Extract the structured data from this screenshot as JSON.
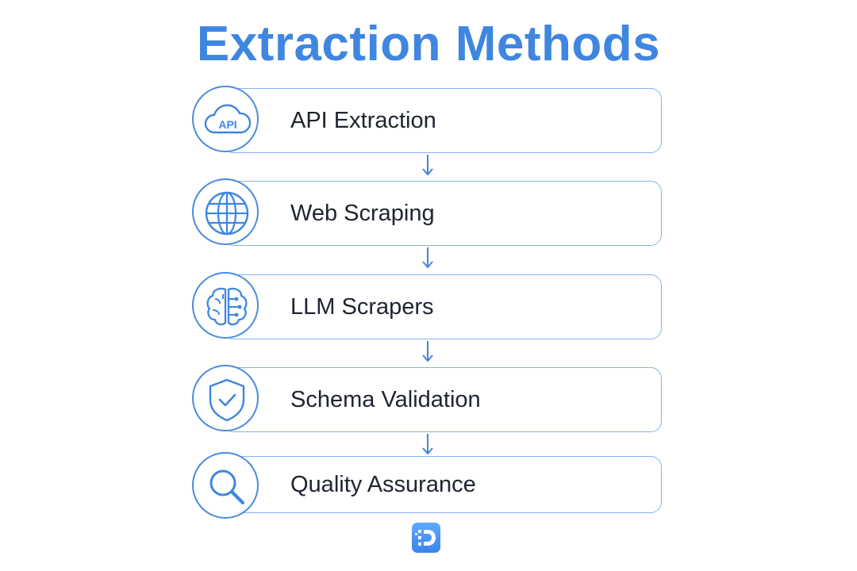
{
  "title": "Extraction Methods",
  "accent_color": "#3f86e0",
  "steps": [
    {
      "label": "API Extraction",
      "icon": "api-cloud-icon",
      "icon_text": "API"
    },
    {
      "label": "Web Scraping",
      "icon": "globe-icon"
    },
    {
      "label": "LLM Scrapers",
      "icon": "brain-circuit-icon"
    },
    {
      "label": "Schema Validation",
      "icon": "shield-check-icon"
    },
    {
      "label": "Quality Assurance",
      "icon": "magnifier-icon"
    }
  ],
  "connectors": "arrow-down-icon",
  "footer_logo": "brand-logo-icon"
}
